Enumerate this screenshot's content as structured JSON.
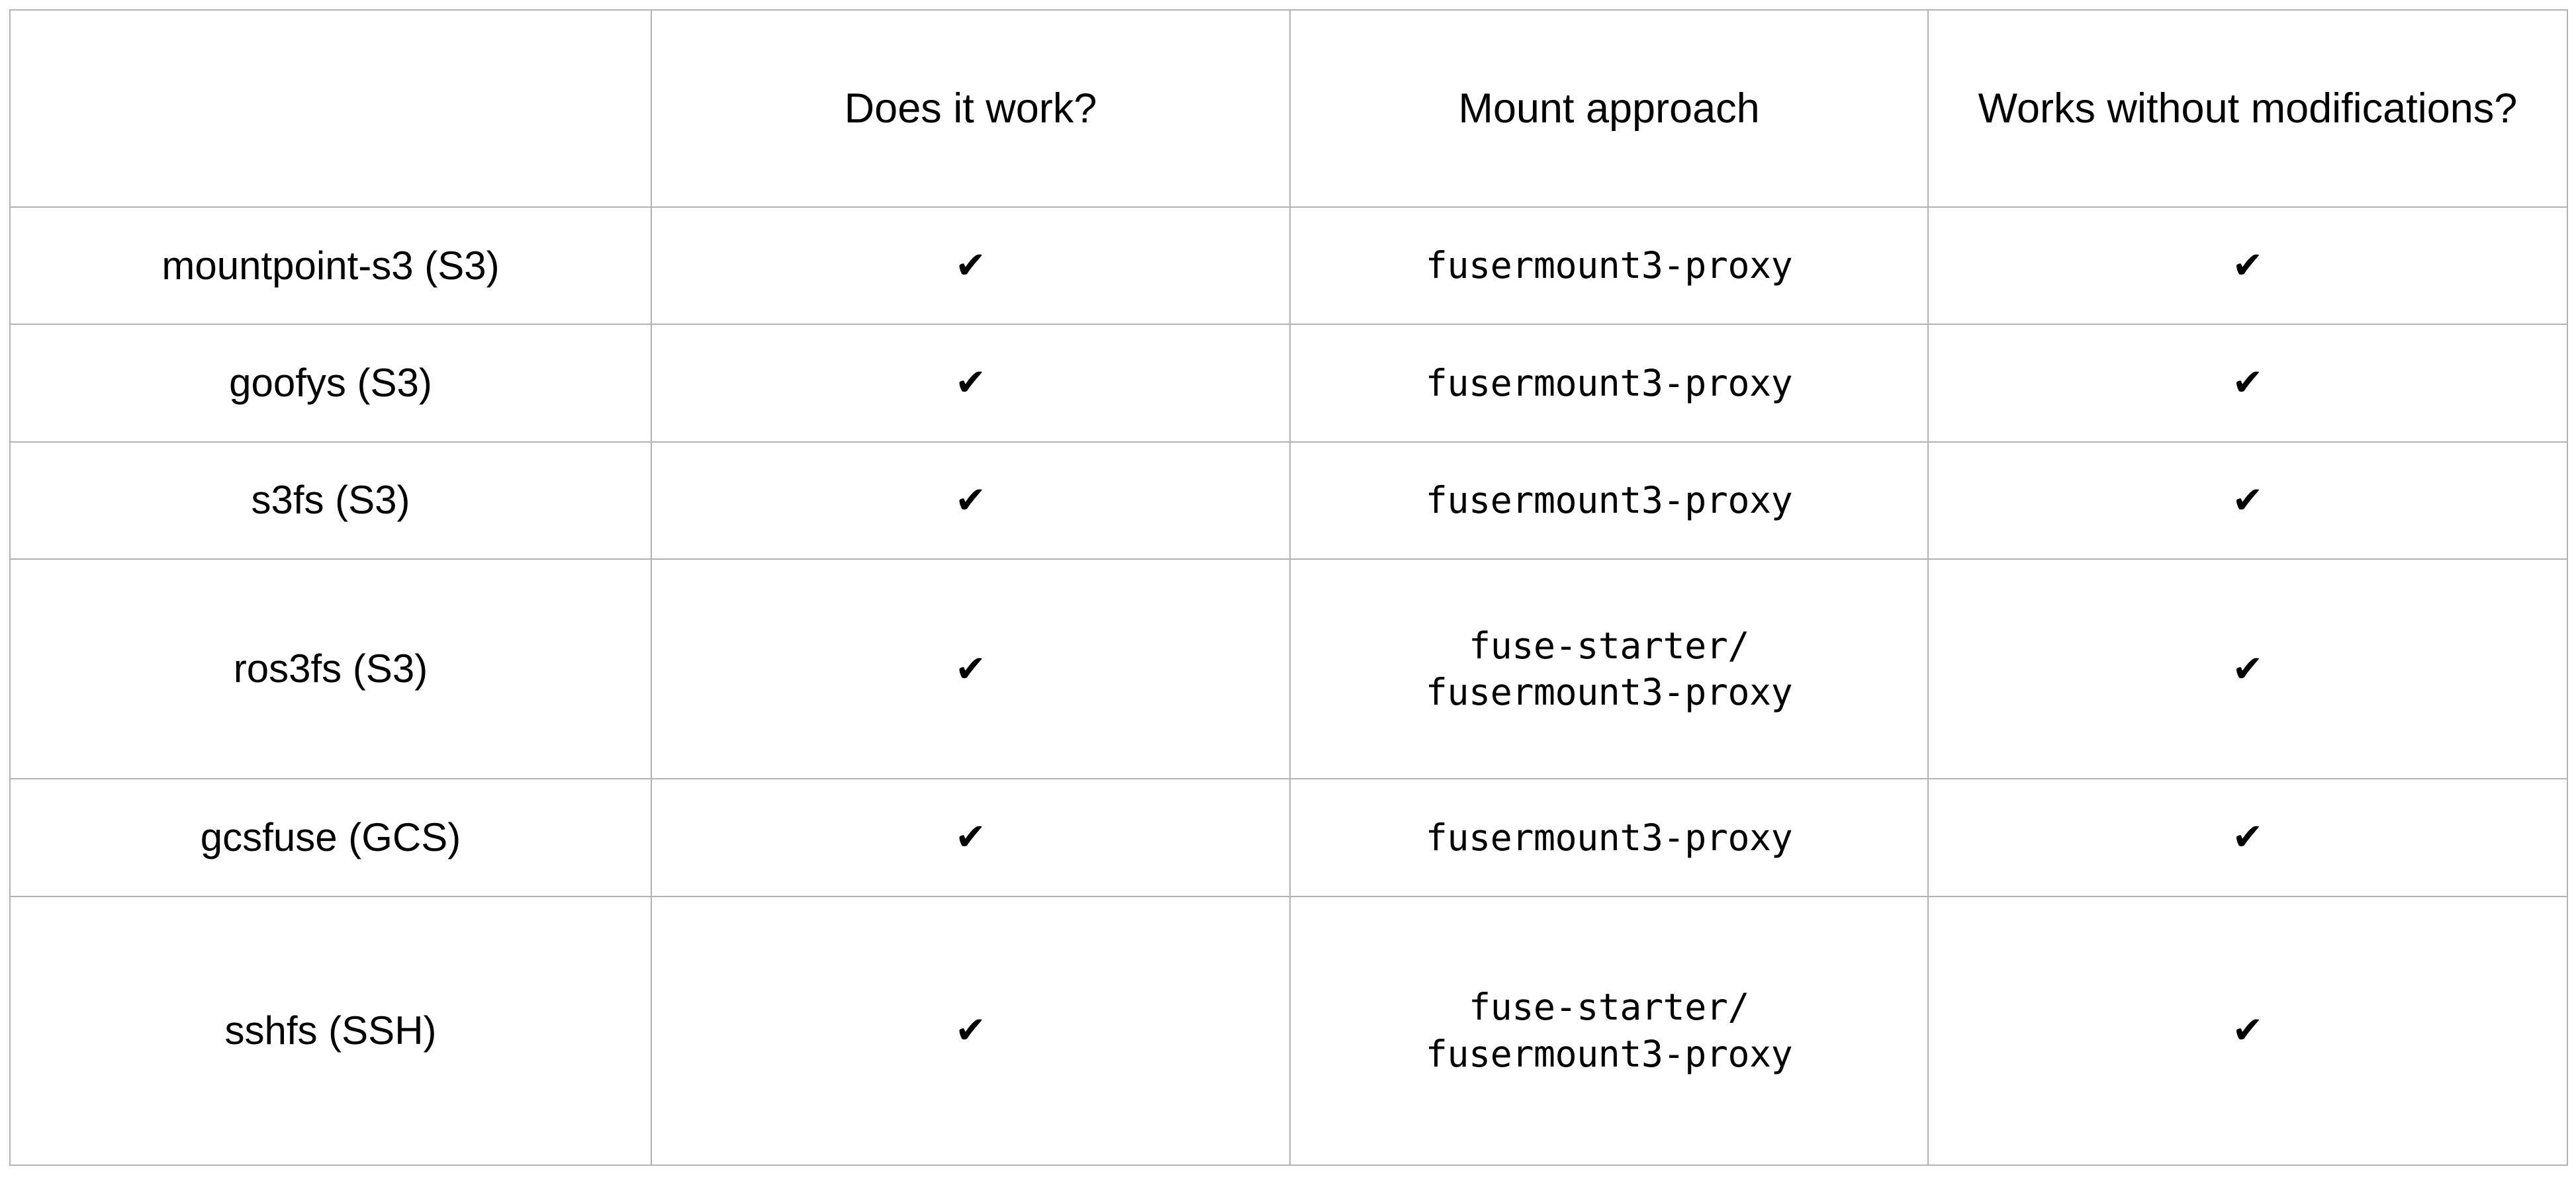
{
  "table": {
    "columns": [
      {
        "key": "name",
        "header": ""
      },
      {
        "key": "works",
        "header": "Does it work?"
      },
      {
        "key": "mount",
        "header": "Mount approach"
      },
      {
        "key": "nomods",
        "header": "Works without modifications?"
      }
    ],
    "check_glyph": "✔",
    "border_color": "#b3b3b3",
    "background_color": "#ffffff",
    "text_color": "#000000",
    "rows": [
      {
        "name": "mountpoint-s3 (S3)",
        "works": "✔",
        "mount": "fusermount3-proxy",
        "nomods": "✔"
      },
      {
        "name": "goofys (S3)",
        "works": "✔",
        "mount": "fusermount3-proxy",
        "nomods": "✔"
      },
      {
        "name": "s3fs (S3)",
        "works": "✔",
        "mount": "fusermount3-proxy",
        "nomods": "✔"
      },
      {
        "name": "ros3fs (S3)",
        "works": "✔",
        "mount": "fuse-starter/\nfusermount3-proxy",
        "nomods": "✔"
      },
      {
        "name": "gcsfuse (GCS)",
        "works": "✔",
        "mount": "fusermount3-proxy",
        "nomods": "✔"
      },
      {
        "name": "sshfs (SSH)",
        "works": "✔",
        "mount": "fuse-starter/\nfusermount3-proxy",
        "nomods": "✔"
      }
    ]
  }
}
